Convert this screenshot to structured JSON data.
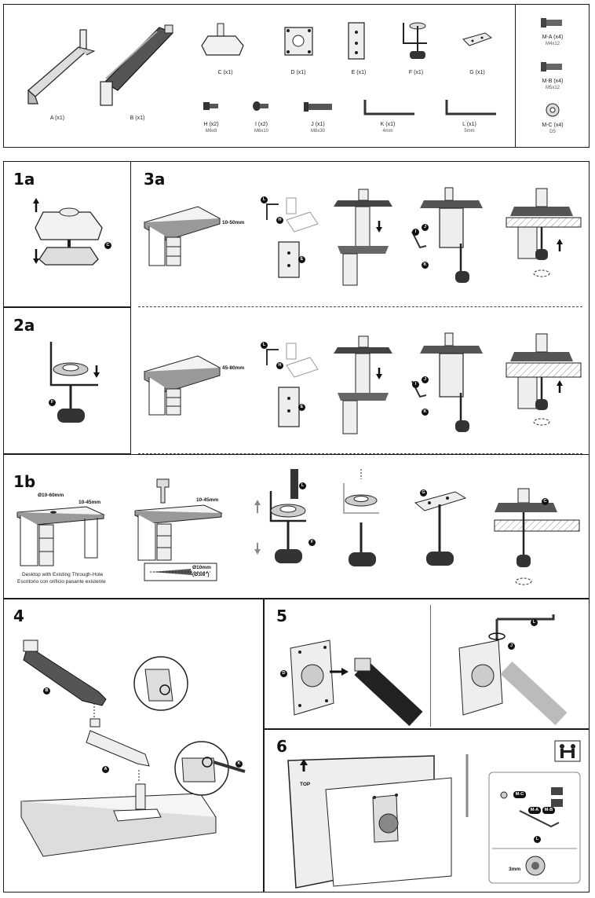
{
  "parts": {
    "A": {
      "label": "A (x1)"
    },
    "B": {
      "label": "B (x1)"
    },
    "C": {
      "label": "C (x1)"
    },
    "D": {
      "label": "D (x1)"
    },
    "E": {
      "label": "E (x1)"
    },
    "F": {
      "label": "F (x1)"
    },
    "G": {
      "label": "G (x1)"
    },
    "H": {
      "label": "H (x2)",
      "size": "M6x8"
    },
    "I": {
      "label": "I (x2)",
      "size": "M6x10"
    },
    "J": {
      "label": "J (x1)",
      "size": "M8x30"
    },
    "K": {
      "label": "K (x1)",
      "size": "4mm"
    },
    "L": {
      "label": "L (x1)",
      "size": "5mm"
    },
    "MA": {
      "label": "M-A (x4)",
      "size": "M4x12"
    },
    "MB": {
      "label": "M-B (x4)",
      "size": "M5x12"
    },
    "MC": {
      "label": "M-C (x4)",
      "size": "D5"
    }
  },
  "steps": {
    "s1a": "1a",
    "s2a": "2a",
    "s3a": "3a",
    "s1b": "1b",
    "s4": "4",
    "s5": "5",
    "s6": "6"
  },
  "dimensions": {
    "desk_3a_top": "10-50mm",
    "desk_3a_bottom": "45-80mm",
    "hole_diameter": "Ø10-60mm",
    "thickness_1b_left": "10-45mm",
    "thickness_1b_right": "10-45mm",
    "drill": "Ø10mm",
    "drill_inch": "(Ø3/8\")",
    "key_size_6": "3mm"
  },
  "captions": {
    "desk_en": "Desktop with Existing Through-Hole",
    "desk_es": "Escritorio con orificio pasante existente",
    "top_label": "TOP"
  },
  "callouts": {
    "C": "C",
    "F": "F",
    "E": "E",
    "H": "H",
    "L": "L",
    "I": "I",
    "J": "J",
    "K": "K",
    "G": "G",
    "B": "B",
    "A": "A",
    "D": "D",
    "MA": "M-A",
    "MB": "M-B",
    "MC": "M-C"
  }
}
